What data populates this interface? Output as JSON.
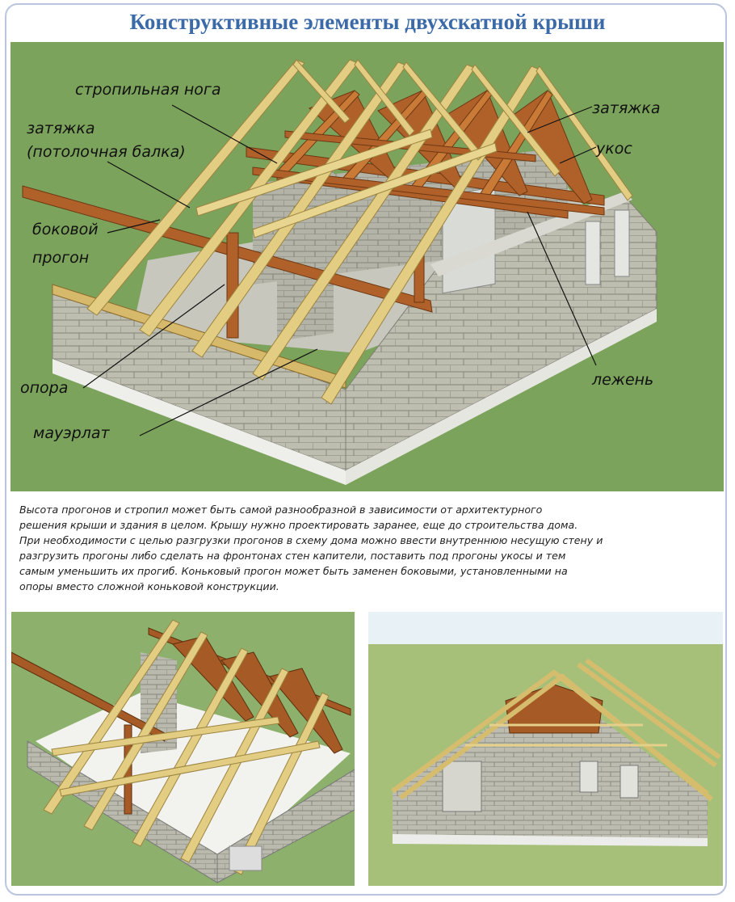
{
  "title": "Конструктивные элементы двухскатной крыши",
  "labels": {
    "rafter_leg": "стропильная нога",
    "tie_beam_line1": "затяжка",
    "tie_beam_line2": "(потолочная балка)",
    "side_purlin_line1": "боковой",
    "side_purlin_line2": "прогон",
    "post": "опора",
    "wall_plate": "мауэрлат",
    "tie_right": "затяжка",
    "brace": "укос",
    "sill": "лежень"
  },
  "description_lines": [
    "Высота прогонов и стропил может быть самой разнообразной в зависимости от архитектурного",
    "решения крыши и здания в целом. Крышу нужно проектировать заранее, еще до строительства дома.",
    "При необходимости с целью разгрузки прогонов в схему дома можно ввести внутреннюю несущую стену и",
    "разгрузить прогоны либо сделать на фронтонах стен капители, поставить под прогоны укосы и тем",
    "самым уменьшить их прогиб. Коньковый прогон может быть заменен боковыми, установленными на",
    "опоры вместо сложной коньковой конструкции."
  ],
  "colors": {
    "title": "#3b6aa8",
    "grass": "#7ca35c",
    "rafter": "#e2cd82",
    "purlin": "#b0612a",
    "wall": "#b8b8ac",
    "frame_border": "#b9c6de"
  }
}
